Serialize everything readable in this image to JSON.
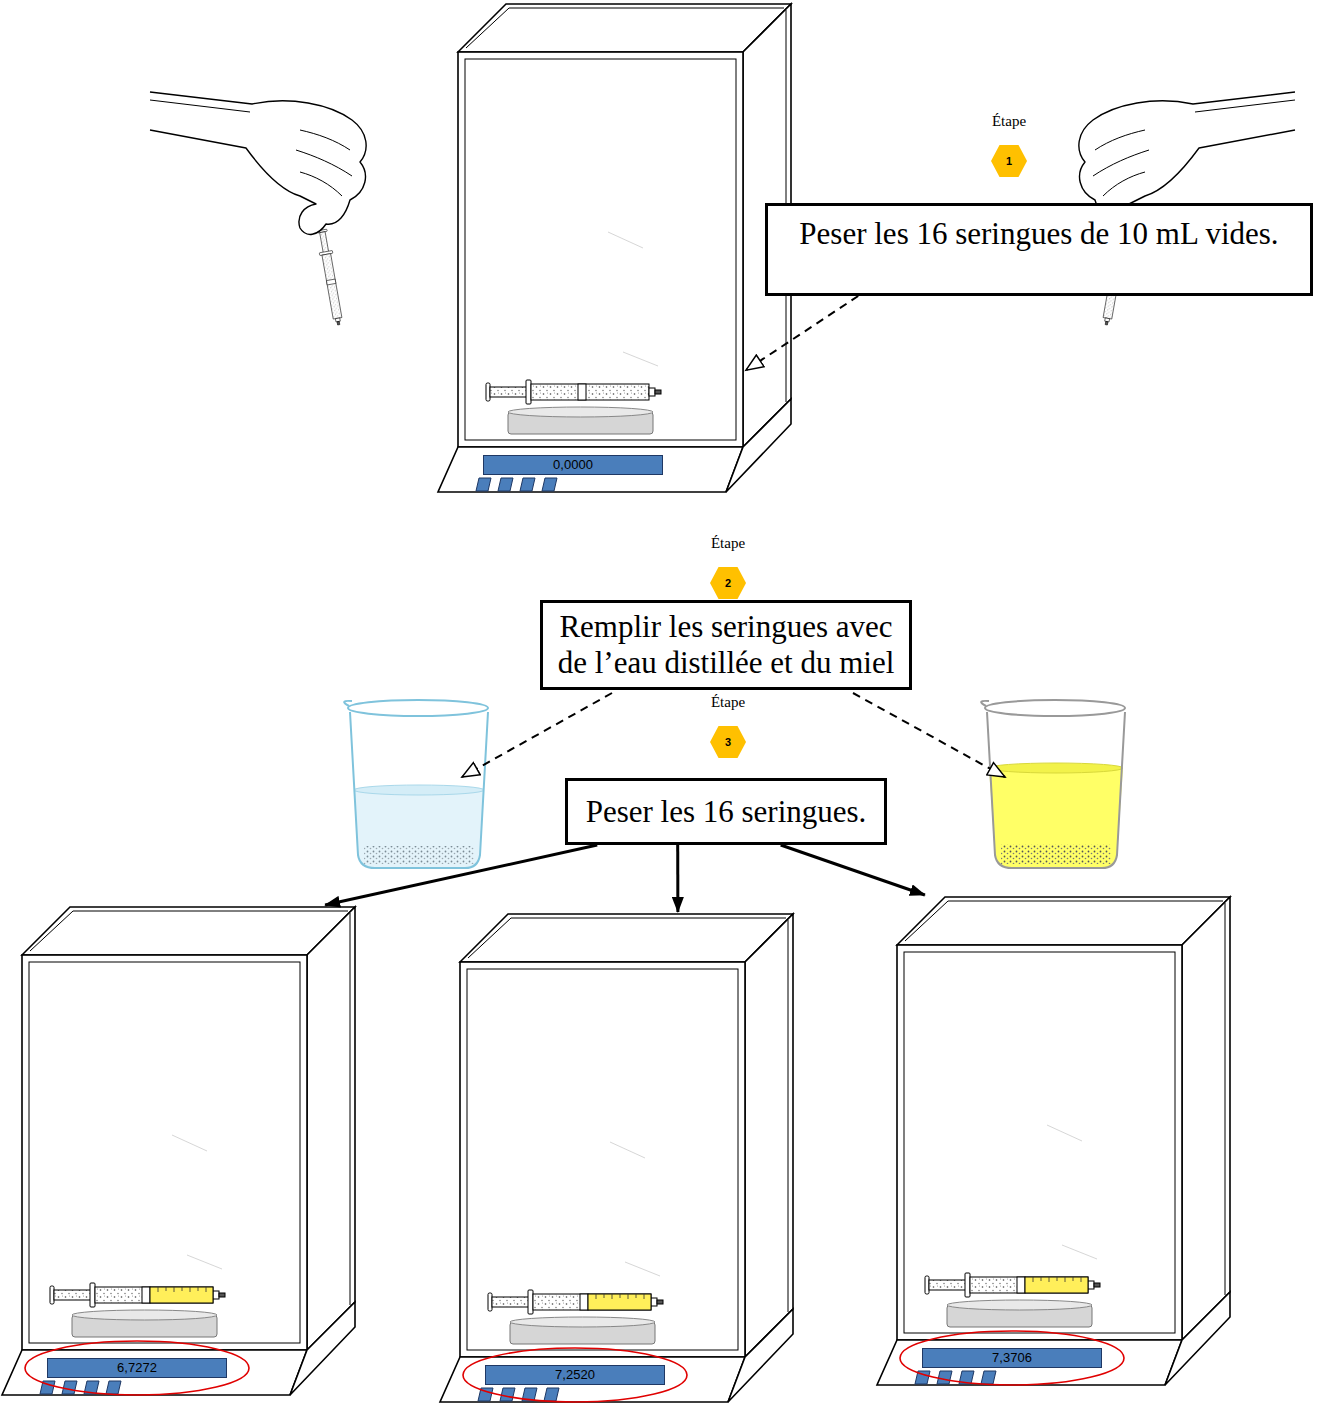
{
  "diagram": {
    "nodes": [
      {
        "text": [
          "Étape",
          "1"
        ]
      },
      {
        "text": [
          "Peser les 16 seringues de 10 mL vides."
        ]
      },
      {
        "text": [
          "0,0000"
        ]
      },
      {
        "text": [
          "Étape",
          "2"
        ]
      },
      {
        "text": [
          "Remplir les seringues avec de l’eau distillée et du miel"
        ]
      },
      {
        "text": [
          "Étape",
          "3"
        ]
      },
      {
        "text": [
          "Peser les 16 seringues."
        ]
      },
      {
        "text": [
          "6,7272"
        ]
      },
      {
        "text": [
          "7,2520"
        ]
      },
      {
        "text": [
          "7,3706"
        ]
      }
    ],
    "edges": [
      {
        "from": 1,
        "to": 2,
        "arrow": "to"
      },
      {
        "from": 6,
        "to": 7,
        "arrow": "to"
      },
      {
        "from": 6,
        "to": 8,
        "arrow": "to"
      },
      {
        "from": 6,
        "to": 9,
        "arrow": "to"
      }
    ]
  }
}
